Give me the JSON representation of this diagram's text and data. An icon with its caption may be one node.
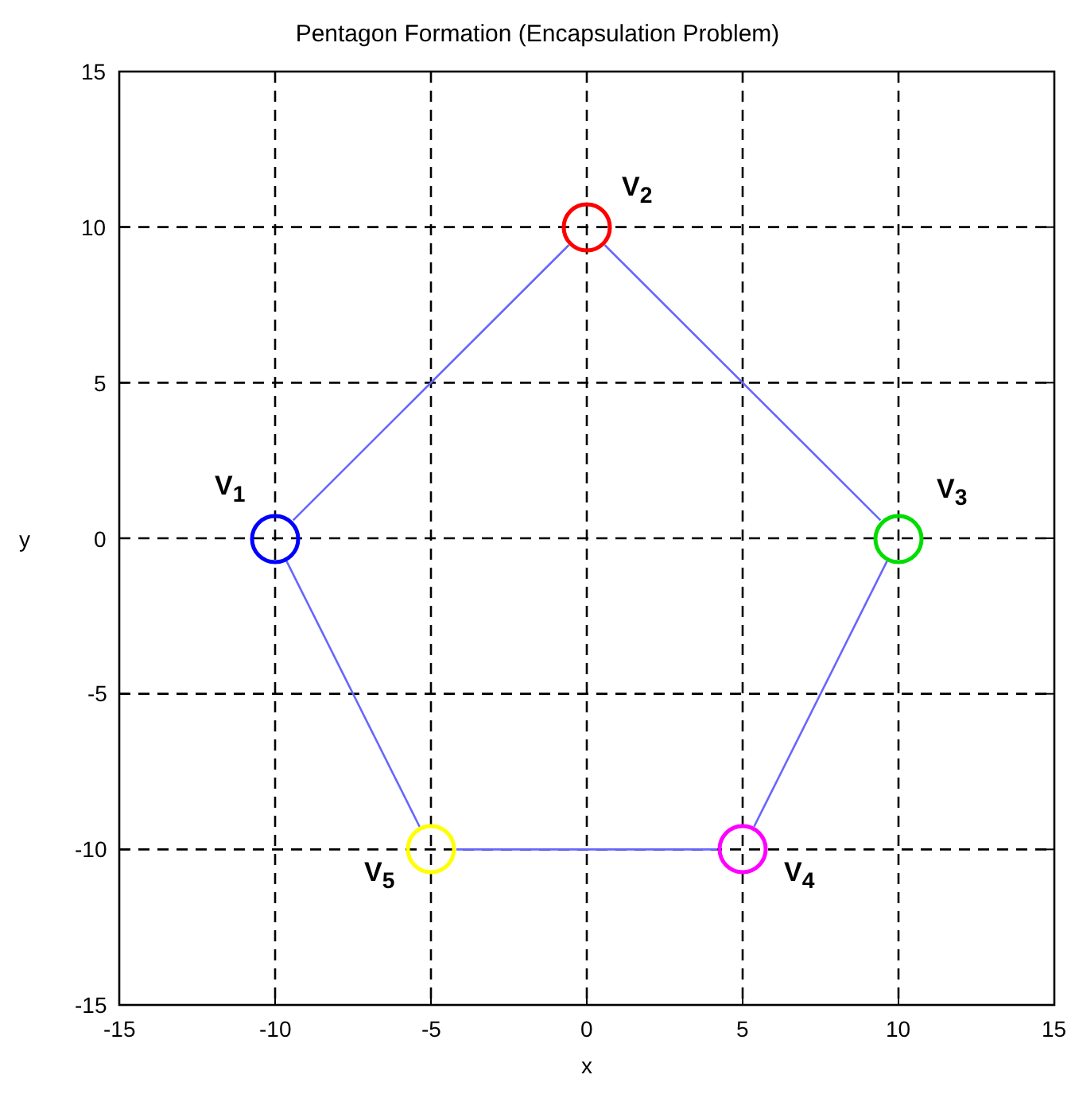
{
  "diagram": {
    "title": "Pentagon Formation (Encapsulation Problem)",
    "nodes": [
      {
        "text": [],
        "shape": "circle",
        "beside": [
          "V$_{1}$"
        ]
      },
      {
        "text": [],
        "shape": "circle",
        "beside": [
          "V$_{2}$"
        ]
      },
      {
        "text": [],
        "shape": "circle",
        "beside": [
          "V$_{3}$"
        ]
      },
      {
        "text": [],
        "shape": "circle",
        "beside": [
          "V$_{4}$"
        ]
      },
      {
        "text": [],
        "shape": "circle",
        "beside": [
          "V$_{5}$"
        ]
      }
    ],
    "edges": [
      {
        "from": 0,
        "to": 1,
        "arrow": "none"
      },
      {
        "from": 1,
        "to": 2,
        "arrow": "none"
      },
      {
        "from": 2,
        "to": 3,
        "arrow": "none"
      },
      {
        "from": 3,
        "to": 4,
        "arrow": "none"
      },
      {
        "from": 4,
        "to": 0,
        "arrow": "none"
      }
    ],
    "labels": [
      "15",
      "10",
      "5",
      "0",
      "-5",
      "-10",
      "-15",
      "y",
      "-15",
      "-10",
      "-5",
      "0",
      "5",
      "10",
      "15",
      "x"
    ]
  }
}
